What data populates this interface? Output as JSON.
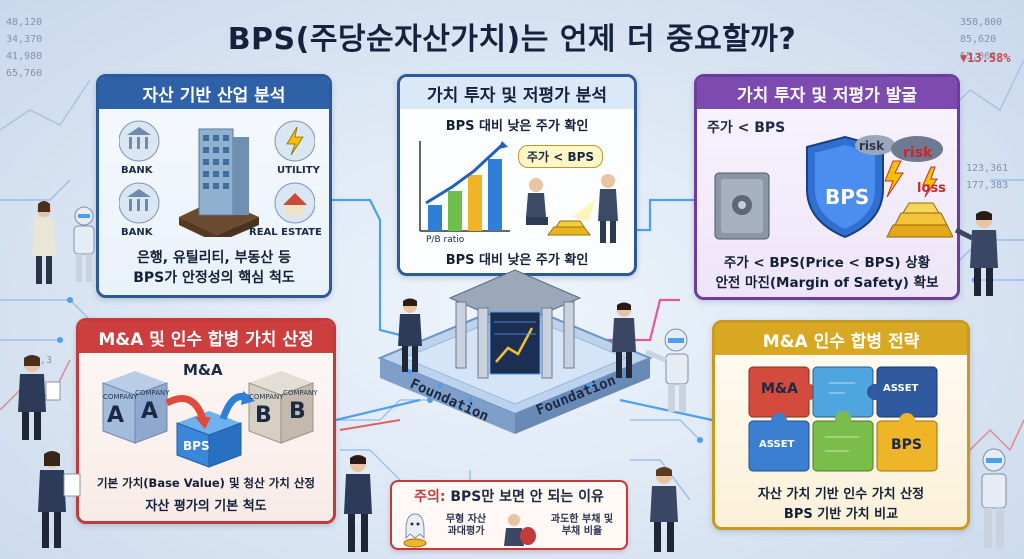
{
  "title": "BPS(주당순자산가치)는 언제 더 중요할까?",
  "tickers": {
    "left": [
      "48,120",
      "34,370",
      "41,980",
      "65,760"
    ],
    "right": [
      "358,800",
      "85,620",
      "55,060"
    ],
    "right_pct": "13.58%",
    "right_low": [
      "123,361",
      "177,383"
    ],
    "left_low": "95,3"
  },
  "card_asset_industry": {
    "heading": "자산 기반 산업 분석",
    "icons": {
      "bank1": "BANK",
      "utility": "UTILITY",
      "bank2": "BANK",
      "real_estate": "REAL ESTATE"
    },
    "line1": "은행, 유틸리티, 부동산 등",
    "line2": "BPS가 안정성의 핵심 척도"
  },
  "card_value_analysis": {
    "heading": "가치 투자 및 저평가 분석",
    "top_caption": "BPS 대비 낮은 주가 확인",
    "bubble": "주가 < BPS",
    "axis_label": "P/B ratio",
    "bottom_caption": "BPS 대비 낮은 주가 확인"
  },
  "card_value_discovery": {
    "heading": "가치 투자 및 저평가 발굴",
    "price_lt_bps": "주가 < BPS",
    "shield": "BPS",
    "risk1": "risk",
    "risk2": "risk",
    "loss": "loss",
    "line1": "주가 < BPS(Price < BPS) 상황",
    "line2": "안전 마진(Margin of Safety) 확보"
  },
  "card_ma_valuation": {
    "heading": "M&A 및 인수 합병 가치 산정",
    "ma_label": "M&A",
    "company": "COMPANY",
    "company_a": "A",
    "company_b": "B",
    "bps": "BPS",
    "line1": "기본 가치(Base Value) 및 청산 가치 산정",
    "line2": "자산 평가의 기본 척도"
  },
  "card_ma_strategy": {
    "heading": "M&A 인수 합병 전략",
    "piece_ma": "M&A",
    "piece_asset1": "ASSET",
    "piece_asset2": "ASSET",
    "piece_bps": "BPS",
    "line1": "자산 가치 기반 인수 가치 산정",
    "line2": "BPS 기반 가치 비교"
  },
  "foundation": {
    "left": "Foundation",
    "right": "Foundation"
  },
  "caution": {
    "prefix": "주의:",
    "text": "BPS만 보면 안 되는 이유",
    "item1_line1": "무형 자산",
    "item1_line2": "과대평가",
    "item2_line1": "과도한 부채 및",
    "item2_line2": "부채 비율"
  },
  "colors": {
    "blue": "#2f61a8",
    "purple": "#7d4bb0",
    "red": "#cd3e3e",
    "gold": "#d9a823",
    "circuit": "#5aa7e6"
  }
}
